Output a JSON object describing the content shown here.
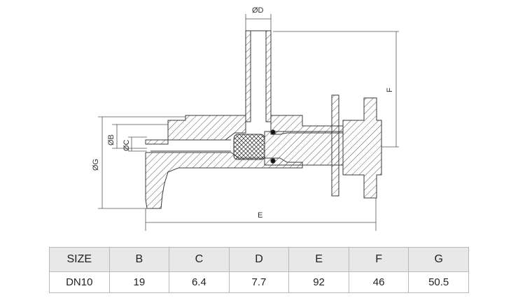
{
  "dimension_labels": {
    "d": "ØD",
    "b": "ØB",
    "c": "ØC",
    "g": "ØG",
    "e": "E",
    "f": "F"
  },
  "table": {
    "headers": [
      "SIZE",
      "B",
      "C",
      "D",
      "E",
      "F",
      "G"
    ],
    "rows": [
      [
        "DN10",
        "19",
        "6.4",
        "7.7",
        "92",
        "46",
        "50.5"
      ]
    ]
  },
  "colors": {
    "line": "#3a3a3a",
    "hatch": "#555555",
    "header_bg": "#e8e8e8",
    "border": "#b9b9b9"
  }
}
